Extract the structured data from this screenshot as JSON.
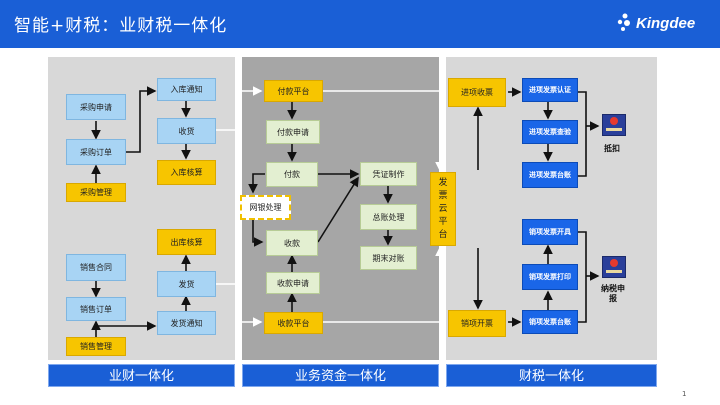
{
  "header": {
    "title": "智能+财税：业财税一体化",
    "logo_text": "Kingdee"
  },
  "footers": {
    "left": "业财一体化",
    "middle": "业务资金一体化",
    "right": "财税一体化"
  },
  "nodes": {
    "purchase_request": "采购申请",
    "purchase_order": "采购订单",
    "purchase_mgmt": "采购管理",
    "inbound_notice": "入库通知",
    "receiving": "收货",
    "inbound_accounting": "入库核算",
    "sales_contract": "销售合同",
    "sales_order": "销售订单",
    "sales_mgmt": "销售管理",
    "outbound_accounting": "出库核算",
    "delivery": "发货",
    "delivery_notice": "发货通知",
    "payment_platform": "付款平台",
    "payment_request": "付款申请",
    "payment": "付款",
    "bill_processing": "网银处理",
    "collection": "收款",
    "collection_request": "收款申请",
    "collection_platform": "收款平台",
    "voucher_creation": "凭证制作",
    "ledger_processing": "总账处理",
    "period_end": "期末对账",
    "invoice_cloud": "发票云平台",
    "input_collection": "进项收票",
    "input_auth": "进项发票认证",
    "input_verify": "进项发票查验",
    "input_ledger": "进项发票台账",
    "output_issue": "销项开票",
    "output_issue_invoice": "销项发票开具",
    "output_print": "销项发票打印",
    "output_ledger": "销项发票台账"
  },
  "labels": {
    "deduction": "抵扣",
    "tax_filing": "纳税申报"
  },
  "page_number": "1",
  "colors": {
    "header": "#1a5fd6",
    "gold": "#f7c500",
    "light_blue": "#a8d4f4",
    "green": "#e3efd1",
    "blue": "#1a66e8"
  }
}
